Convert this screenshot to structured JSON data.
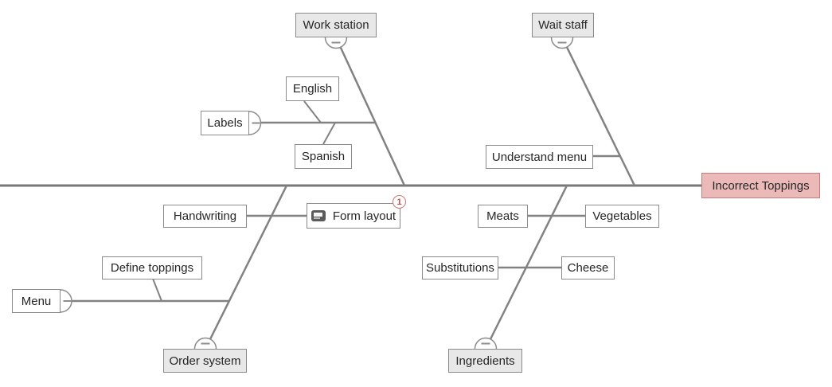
{
  "diagram": {
    "type": "fishbone-cause-effect",
    "effect": {
      "label": "Incorrect Toppings"
    },
    "categories": {
      "work_station": {
        "label": "Work station",
        "collapse_state": "-"
      },
      "wait_staff": {
        "label": "Wait staff",
        "collapse_state": "-"
      },
      "order_system": {
        "label": "Order system",
        "collapse_state": "-"
      },
      "ingredients": {
        "label": "Ingredients",
        "collapse_state": "-"
      }
    },
    "causes": {
      "labels": {
        "label": "Labels",
        "collapse_state": "-"
      },
      "english": {
        "label": "English"
      },
      "spanish": {
        "label": "Spanish"
      },
      "understand_menu": {
        "label": "Understand menu"
      },
      "handwriting": {
        "label": "Handwriting"
      },
      "form_layout": {
        "label": "Form layout",
        "badge_count": "1",
        "icon": "comment-icon"
      },
      "menu": {
        "label": "Menu",
        "collapse_state": "-"
      },
      "define_toppings": {
        "label": "Define toppings"
      },
      "meats": {
        "label": "Meats"
      },
      "vegetables": {
        "label": "Vegetables"
      },
      "substitutions": {
        "label": "Substitutions"
      },
      "cheese": {
        "label": "Cheese"
      }
    },
    "colors": {
      "line_gray": "#828282",
      "box_border_gray": "#8a8a8a",
      "category_fill_gray": "#e8e8e8",
      "effect_fill_pink": "#ecb9b9",
      "effect_border_red": "#c97c7c",
      "badge_red": "#c0504d"
    }
  }
}
